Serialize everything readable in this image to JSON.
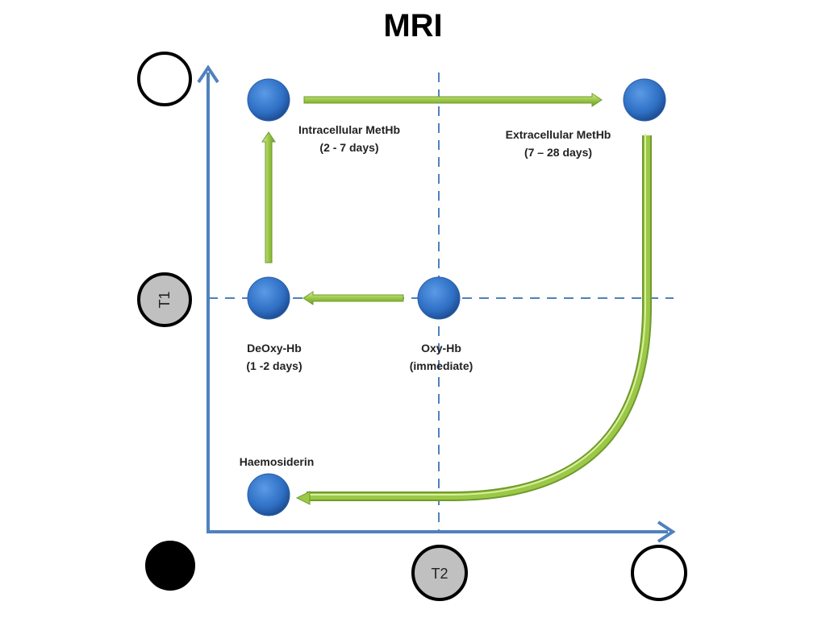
{
  "title": "MRI",
  "axes": {
    "y_axis_label": "T1",
    "x_axis_label": "T2",
    "y_axis_top_marker": "white-circle",
    "origin_marker": "black-circle",
    "x_axis_right_marker": "white-circle"
  },
  "nodes": [
    {
      "id": "intracellular",
      "name": "Intracellular MetHb",
      "time": "(2 - 7 days)"
    },
    {
      "id": "extracellular",
      "name": "Extracellular MetHb",
      "time": "(7 – 28 days)"
    },
    {
      "id": "deoxy",
      "name": "DeOxy-Hb",
      "time": "(1 -2 days)"
    },
    {
      "id": "oxy",
      "name": "Oxy-Hb",
      "time": "(immediate)"
    },
    {
      "id": "haemosiderin",
      "name": "Haemosiderin",
      "time": ""
    }
  ],
  "transitions": [
    {
      "from": "oxy",
      "to": "deoxy"
    },
    {
      "from": "deoxy",
      "to": "intracellular"
    },
    {
      "from": "intracellular",
      "to": "extracellular"
    },
    {
      "from": "extracellular",
      "to": "haemosiderin"
    }
  ],
  "colors": {
    "axis": "#4f81bd",
    "node": "#3a7bd5",
    "arrow": "#9bc846",
    "arrow_dark": "#6f9a2e",
    "marker_gray": "#c0c0c0"
  }
}
